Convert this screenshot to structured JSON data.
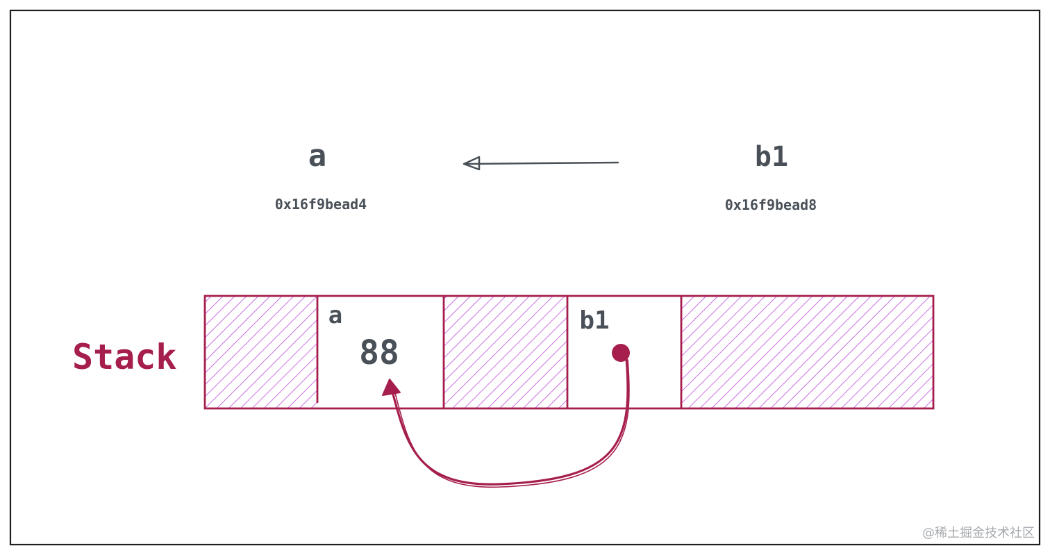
{
  "top": {
    "var_a": {
      "name": "a",
      "address": "0x16f9bead4"
    },
    "var_b1": {
      "name": "b1",
      "address": "0x16f9bead8"
    }
  },
  "stack": {
    "label": "Stack",
    "cell_a": {
      "name": "a",
      "value": "88"
    },
    "cell_b1": {
      "name": "b1"
    }
  },
  "watermark": "@稀土掘金技术社区",
  "colors": {
    "frame": "#1e1e1e",
    "stack": "#a61e4d",
    "hatch": "#be4bdb",
    "text": "#495057",
    "arrow_gray": "#495057",
    "watermark": "#a5a9ad"
  }
}
